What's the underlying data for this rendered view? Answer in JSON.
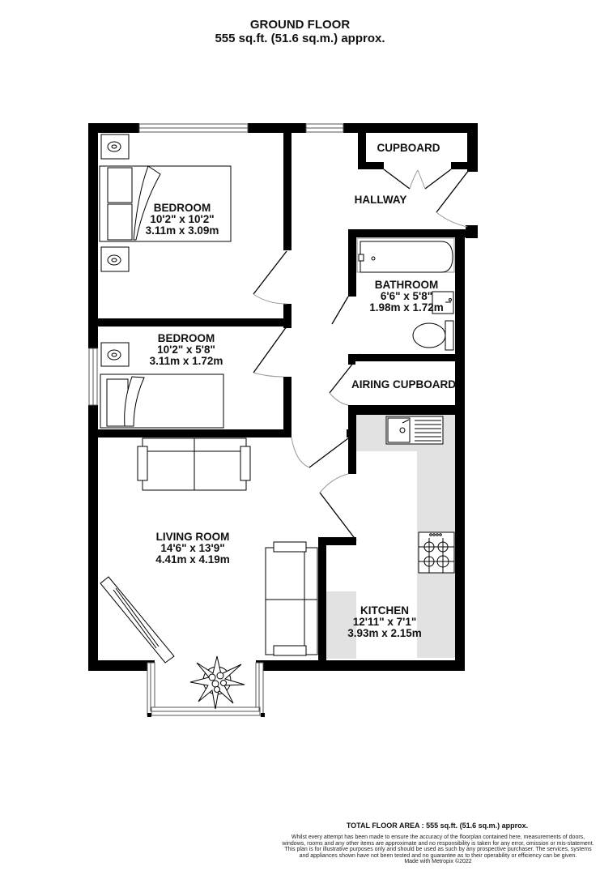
{
  "header": {
    "title": "GROUND FLOOR",
    "area": "555 sq.ft. (51.6 sq.m.) approx."
  },
  "rooms": {
    "bedroom1": {
      "name": "BEDROOM",
      "imperial": "10'2\"  x 10'2\"",
      "metric": "3.11m  x 3.09m"
    },
    "bedroom2": {
      "name": "BEDROOM",
      "imperial": "10'2\"  x 5'8\"",
      "metric": "3.11m  x 1.72m"
    },
    "cupboard": {
      "name": "CUPBOARD"
    },
    "hallway": {
      "name": "HALLWAY"
    },
    "bathroom": {
      "name": "BATHROOM",
      "imperial": "6'6\"  x 5'8\"",
      "metric": "1.98m  x 1.72m"
    },
    "airing_cupboard": {
      "name": "AIRING CUPBOARD"
    },
    "living_room": {
      "name": "LIVING ROOM",
      "imperial": "14'6\"  x 13'9\"",
      "metric": "4.41m  x 4.19m"
    },
    "kitchen": {
      "name": "KITCHEN",
      "imperial": "12'11\"  x 7'1\"",
      "metric": "3.93m  x 2.15m"
    }
  },
  "fixtures": [
    "double-bed-icon",
    "single-bed-icon",
    "bedside-lamp-icon",
    "bathtub-icon",
    "washbasin-icon",
    "toilet-icon",
    "kitchen-sink-icon",
    "hob-icon",
    "sofa-icon",
    "tv-unit-icon",
    "plant-icon",
    "window-icon",
    "door-swing-icon"
  ],
  "colors": {
    "wall": "#000000",
    "worktop": "#e2e2e2",
    "window": "#ffffff",
    "door_arc": "#9a9a9a"
  },
  "footer": {
    "total": "TOTAL FLOOR AREA : 555 sq.ft. (51.6 sq.m.) approx.",
    "disclaimer": "Whilst every attempt has been made to ensure the accuracy of the floorplan contained here, measurements of doors, windows, rooms and any other items are approximate and no responsibility is taken for any error, omission or mis-statement. This plan is for illustrative purposes only and should be used as such by any prospective purchaser. The services, systems and appliances shown have not been tested and no guarantee as to their operability or efficiency can be given.",
    "credit": "Made with Metropix ©2022"
  }
}
